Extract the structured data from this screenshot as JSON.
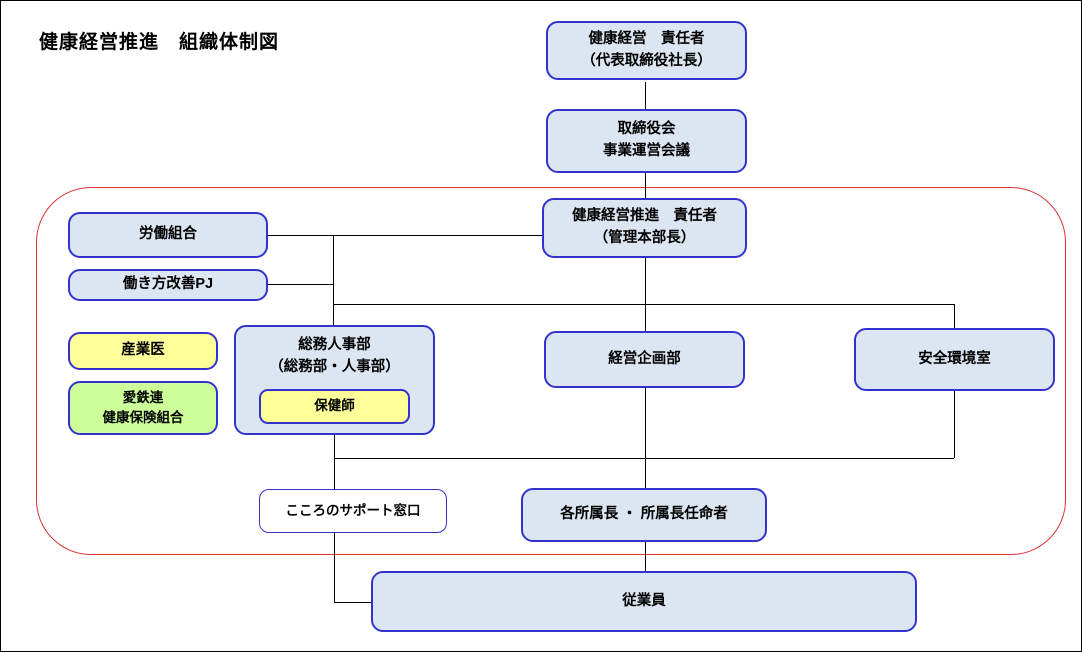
{
  "title": "健康経営推進　組織体制図",
  "nodes": {
    "ceo": {
      "line1": "健康経営　責任者",
      "line2": "（代表取締役社長）"
    },
    "board": {
      "line1": "取締役会",
      "line2": "事業運営会議"
    },
    "promotion": {
      "line1": "健康経営推進　責任者",
      "line2": "（管理本部長）"
    },
    "labor_union": {
      "line1": "労働組合"
    },
    "workstyle_pj": {
      "line1": "働き方改善PJ"
    },
    "industrial_physician": {
      "line1": "産業医"
    },
    "health_insurance": {
      "line1": "愛鉄連",
      "line2": "健康保険組合"
    },
    "general_affairs_hr": {
      "line1": "総務人事部",
      "line2": "（総務部・人事部）"
    },
    "health_nurse": {
      "line1": "保健師"
    },
    "management_planning": {
      "line1": "経営企画部"
    },
    "safety_environment": {
      "line1": "安全環境室"
    },
    "mental_support": {
      "line1": "こころのサポート窓口"
    },
    "department_heads": {
      "line1": "各所属長 ・ 所属長任命者"
    },
    "employees": {
      "line1": "従業員"
    }
  },
  "colors": {
    "node_fill_blue": "#dce6f2",
    "node_fill_yellow": "#ffff99",
    "node_fill_green": "#ccff99",
    "node_fill_white": "#ffffff",
    "node_border": "#3333cc",
    "group_frame": "#dd3333",
    "connector": "#000000",
    "background": "#ffffff"
  }
}
